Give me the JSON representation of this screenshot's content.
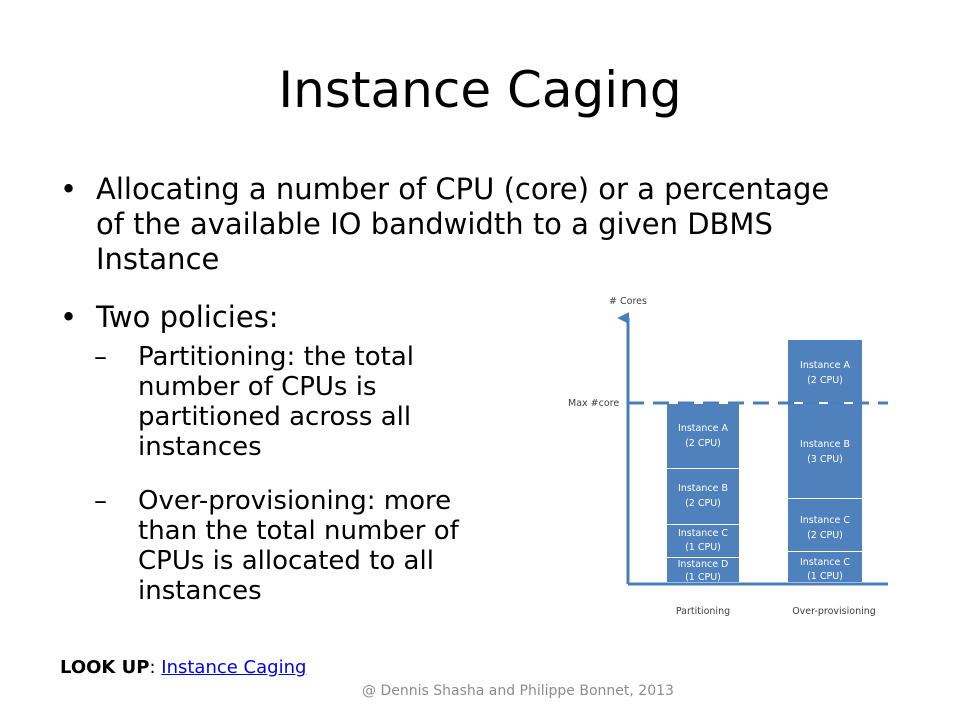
{
  "title": "Instance Caging",
  "bullets": [
    {
      "marker": "•",
      "text": "Allocating a number of CPU (core) or a percentage of the available IO bandwidth to a given DBMS Instance"
    },
    {
      "marker": "•",
      "text": "Two policies:"
    }
  ],
  "sub_bullets": [
    {
      "marker": "–",
      "text": "Partitioning: the total number of CPUs is partitioned across all instances"
    },
    {
      "marker": "–",
      "text": "Over-provisioning: more than the total number of CPUs is allocated to all instances"
    }
  ],
  "lookup": {
    "label": "LOOK UP",
    "separator": ": ",
    "link_text": "Instance Caging"
  },
  "footer": "@ Dennis Shasha and Philippe Bonnet, 2013",
  "diagram": {
    "y_axis_label": "# Cores",
    "max_label": "Max #core",
    "box_color": "#4f81bd",
    "axis_color": "#4a7ebb",
    "columns": [
      {
        "label": "Partitioning",
        "boxes": [
          {
            "name": "Instance A",
            "cpu": "(2 CPU)"
          },
          {
            "name": "Instance B",
            "cpu": "(2 CPU)"
          },
          {
            "name": "Instance C",
            "cpu": "(1 CPU)"
          },
          {
            "name": "Instance D",
            "cpu": "(1 CPU)"
          }
        ]
      },
      {
        "label": "Over-provisioning",
        "boxes": [
          {
            "name": "Instance A",
            "cpu": "(2 CPU)"
          },
          {
            "name": "Instance B",
            "cpu": "(3 CPU)"
          },
          {
            "name": "Instance C",
            "cpu": "(2 CPU)"
          },
          {
            "name": "Instance C",
            "cpu": "(1 CPU)"
          }
        ]
      }
    ]
  }
}
